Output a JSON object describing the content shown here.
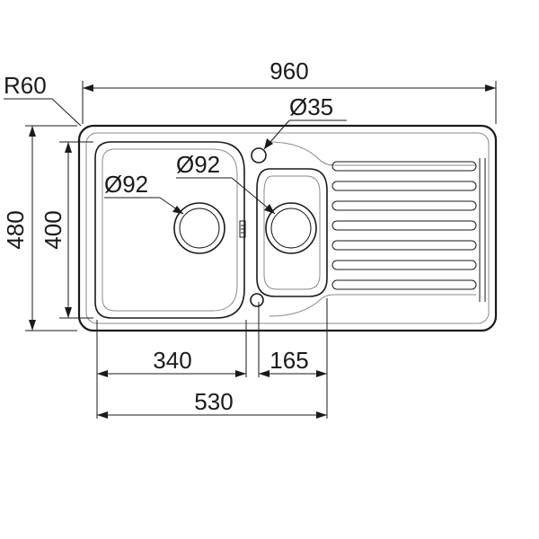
{
  "dimensions": {
    "radius": "R60",
    "overall_length": "960",
    "tap_hole": "Ø35",
    "overall_width": "480",
    "inner_width": "400",
    "main_drain": "Ø92",
    "second_drain": "Ø92",
    "main_bowl_length": "340",
    "second_bowl_length": "165",
    "bowls_total_length": "530"
  }
}
